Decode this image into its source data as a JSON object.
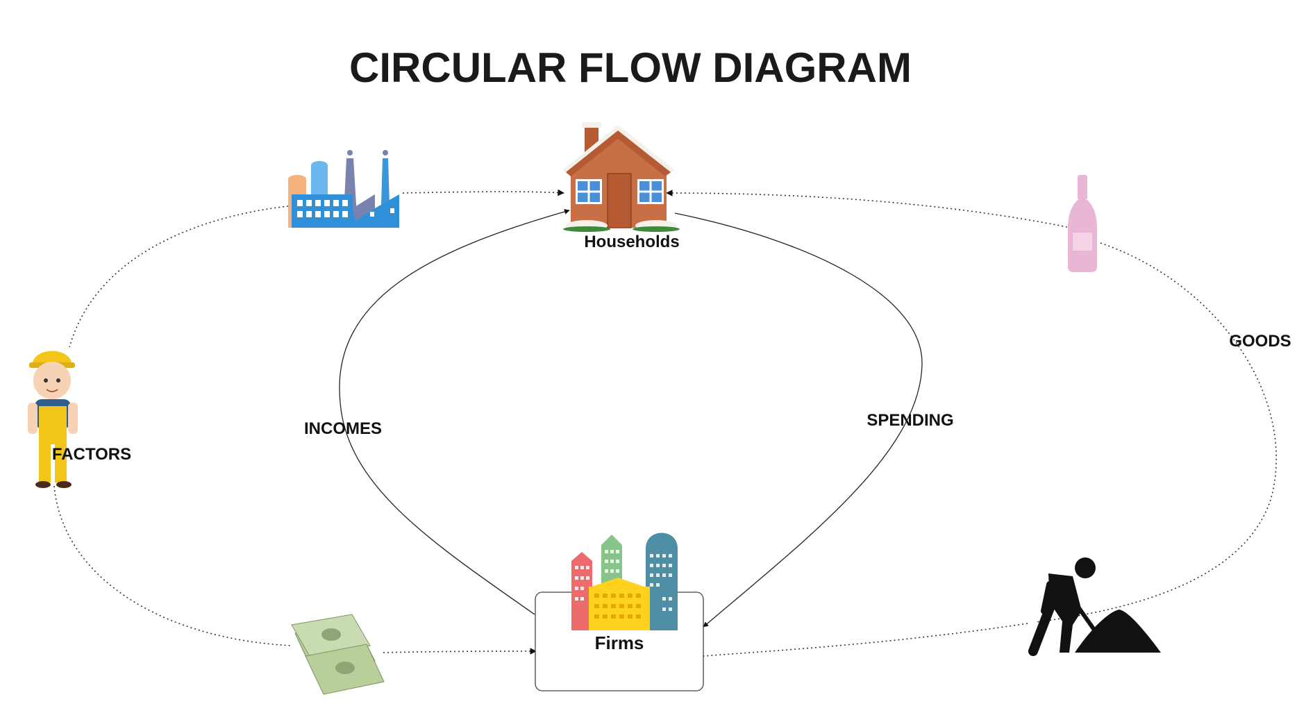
{
  "title": "CIRCULAR FLOW DIAGRAM",
  "nodes": {
    "households": "Households",
    "firms": "Firms"
  },
  "flows": {
    "incomes": "INCOMES",
    "spending": "SPENDING",
    "goods": "GOODS",
    "factors": "FACTORS"
  },
  "icons": {
    "top_left": "factory-icon",
    "top_center": "house-icon",
    "top_right": "bottle-icon",
    "left": "worker-icon",
    "bottom_left": "money-stack-icon",
    "bottom_center": "city-buildings-icon",
    "bottom_right": "digging-worker-icon"
  },
  "colors": {
    "house_wall": "#c96f45",
    "house_roof": "#b55a33",
    "window": "#4a90d9",
    "factory_blue": "#2f8fd8",
    "bottle_pink": "#e9b6d6",
    "worker_yellow": "#f2c518",
    "money_green": "#b9cf9a",
    "building_red": "#ee6b6b",
    "building_green": "#86c48a",
    "building_teal": "#4f8fa6",
    "building_yellow": "#ffd21f",
    "digger_black": "#111111"
  }
}
